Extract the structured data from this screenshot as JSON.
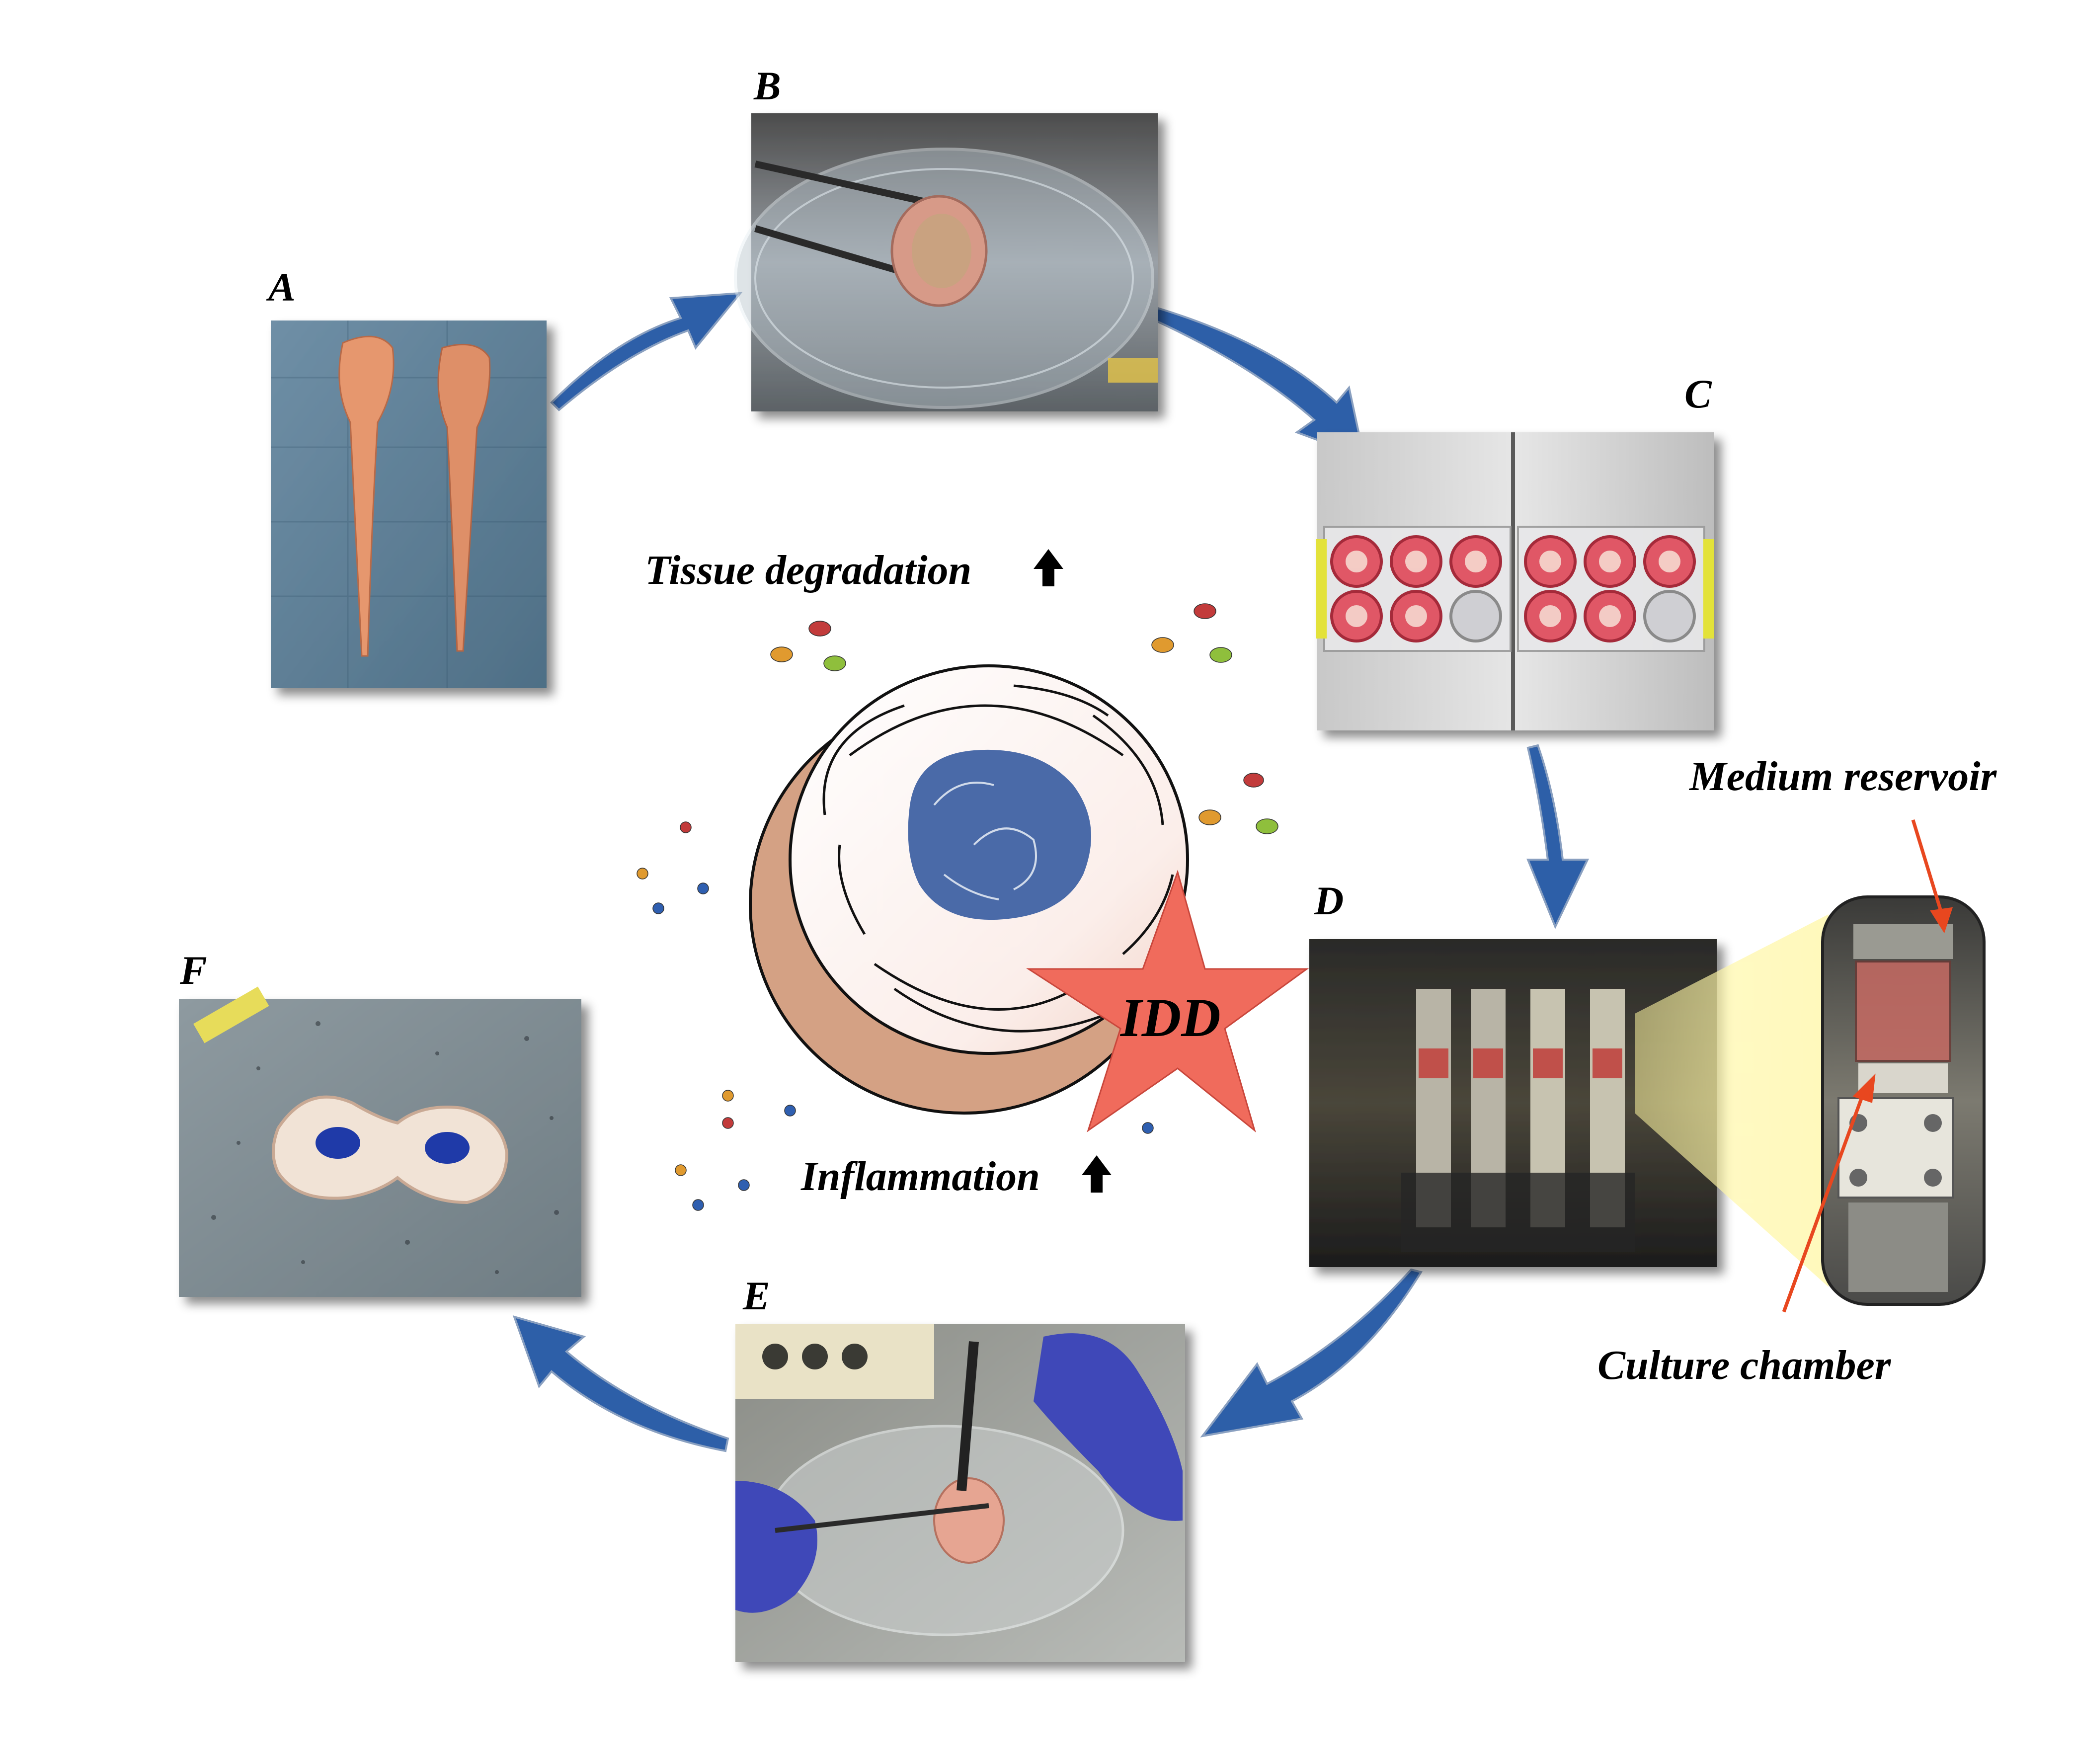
{
  "panels": [
    {
      "id": "A",
      "letter": "A"
    },
    {
      "id": "B",
      "letter": "B"
    },
    {
      "id": "C",
      "letter": "C"
    },
    {
      "id": "D",
      "letter": "D"
    },
    {
      "id": "E",
      "letter": "E"
    },
    {
      "id": "F",
      "letter": "F"
    }
  ],
  "center": {
    "tissue_degradation": "Tissue degradation",
    "inflammation": "Inflammation",
    "idd": "IDD"
  },
  "callouts": {
    "medium_reservoir": "Medium reservoir",
    "culture_chamber": "Culture chamber"
  },
  "colors": {
    "arrow_blue": "#2d5fa8",
    "star_red": "#f06b5c",
    "nucleus_blue": "#4a6aa8",
    "annulus_outer": "#d4a184",
    "pointer_red": "#e8471f"
  },
  "icons": {
    "up_arrow": "up-arrow-icon"
  }
}
